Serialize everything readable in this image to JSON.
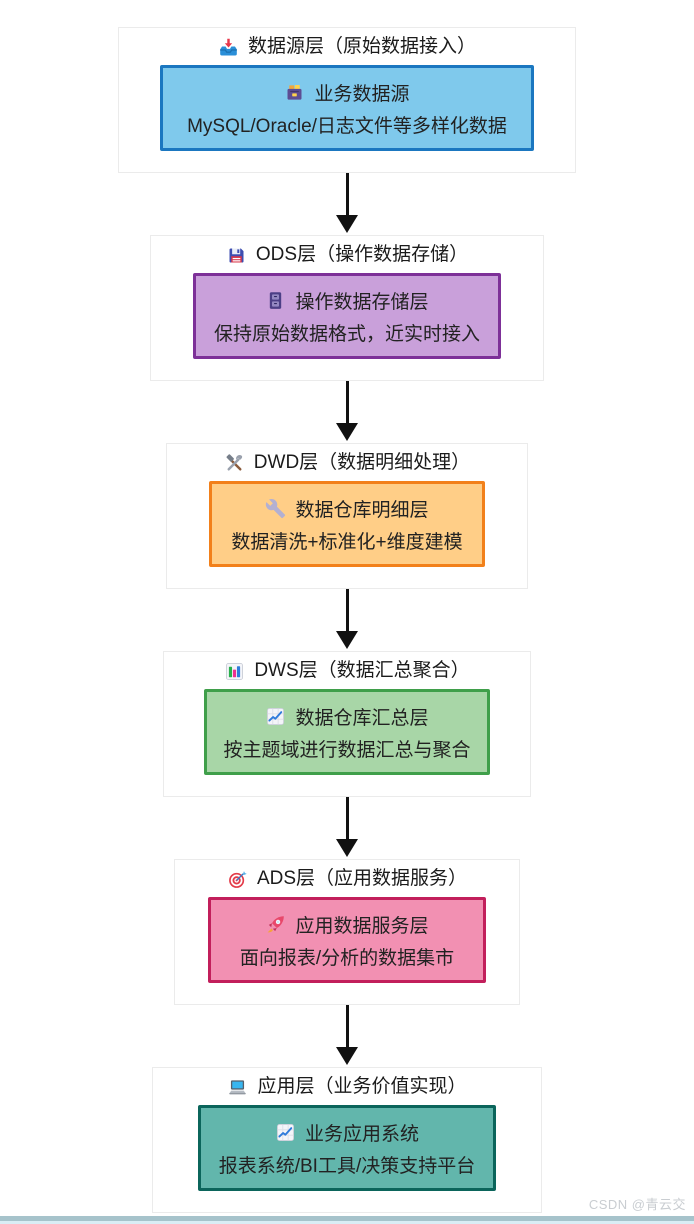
{
  "page": {
    "watermark": "CSDN @青云交",
    "background": "#ffffff",
    "arrow_color": "#111111",
    "footer_bar_color": "#a6c3cb",
    "footer_bar_edge_color": "#d9edf5",
    "outer_box_border_color": "#ebebeb"
  },
  "sections": [
    {
      "title": "数据源层（原始数据接入）",
      "title_icon": "inbox-tray-icon",
      "card": {
        "icon": "card-file-box-icon",
        "heading": "业务数据源",
        "subtext": "MySQL/Oracle/日志文件等多样化数据",
        "bg": "#7fc9ec",
        "border": "#1b77c0"
      }
    },
    {
      "title": "ODS层（操作数据存储）",
      "title_icon": "floppy-disk-icon",
      "card": {
        "icon": "file-cabinet-icon",
        "heading": "操作数据存储层",
        "subtext": "保持原始数据格式，近实时接入",
        "bg": "#c9a0da",
        "border": "#7d3098"
      }
    },
    {
      "title": "DWD层（数据明细处理）",
      "title_icon": "hammer-and-wrench-icon",
      "card": {
        "icon": "wrench-icon",
        "heading": "数据仓库明细层",
        "subtext": "数据清洗+标准化+维度建模",
        "bg": "#ffce87",
        "border": "#f2801a"
      }
    },
    {
      "title": "DWS层（数据汇总聚合）",
      "title_icon": "bar-chart-icon",
      "card": {
        "icon": "chart-increasing-icon",
        "heading": "数据仓库汇总层",
        "subtext": "按主题域进行数据汇总与聚合",
        "bg": "#a8d6a7",
        "border": "#3f9f4a"
      }
    },
    {
      "title": "ADS层（应用数据服务）",
      "title_icon": "target-icon",
      "card": {
        "icon": "rocket-icon",
        "heading": "应用数据服务层",
        "subtext": "面向报表/分析的数据集市",
        "bg": "#f290b2",
        "border": "#c21f5b"
      }
    },
    {
      "title": "应用层（业务价值实现）",
      "title_icon": "laptop-icon",
      "card": {
        "icon": "chart-increasing-icon",
        "heading": "业务应用系统",
        "subtext": "报表系统/BI工具/决策支持平台",
        "bg": "#62b6ac",
        "border": "#0b655b"
      }
    }
  ]
}
